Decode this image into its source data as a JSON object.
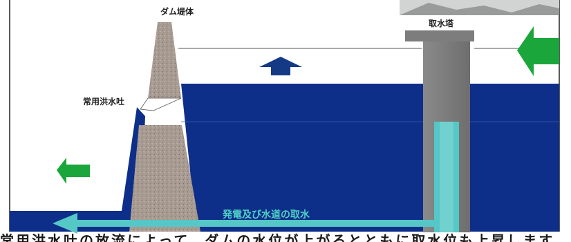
{
  "labels": {
    "dam_body": "ダム堤体",
    "intake_tower": "取水塔",
    "spillway": "常用洪水吐",
    "intake_flow": "発電及び水道の取水"
  },
  "bottom_caption_partial": "常用洪水吐の放流によって、ダムの水位が上がるとともに取水位も上昇します",
  "colors": {
    "water": "#0d2f8a",
    "water_dark": "#08226b",
    "dam": "#a89a92",
    "tower": "#7d7d7d",
    "tower_dark": "#5f5f5f",
    "intake_pipe": "#55c7c7",
    "arrow_blue": "#143a86",
    "arrow_green": "#1aa63a"
  }
}
